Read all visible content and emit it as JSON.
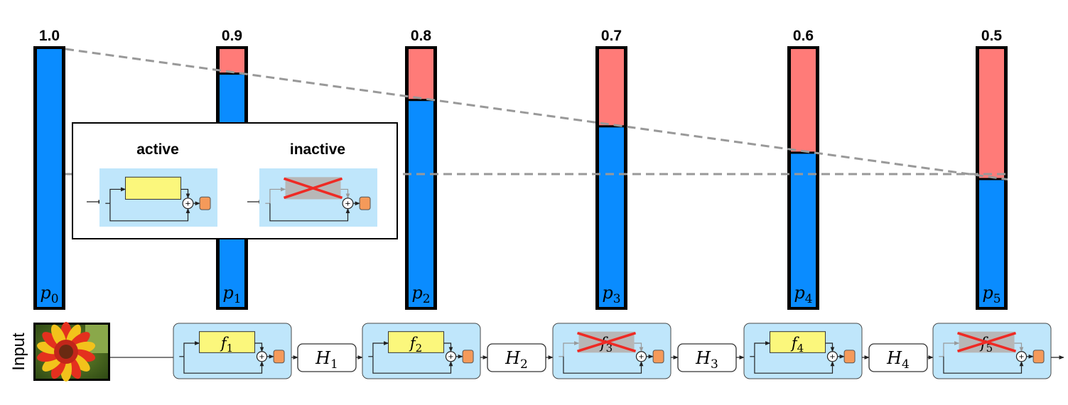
{
  "bars": [
    {
      "value_label": "1.0",
      "survival": 1.0,
      "symbol": "p",
      "index": "0"
    },
    {
      "value_label": "0.9",
      "survival": 0.9,
      "symbol": "p",
      "index": "1"
    },
    {
      "value_label": "0.8",
      "survival": 0.8,
      "symbol": "p",
      "index": "2"
    },
    {
      "value_label": "0.7",
      "survival": 0.7,
      "symbol": "p",
      "index": "3"
    },
    {
      "value_label": "0.6",
      "survival": 0.6,
      "symbol": "p",
      "index": "4"
    },
    {
      "value_label": "0.5",
      "survival": 0.5,
      "symbol": "p",
      "index": "5"
    }
  ],
  "legend": {
    "active_label": "active",
    "inactive_label": "inactive"
  },
  "input_label": "Input",
  "blocks": [
    {
      "symbol": "f",
      "index": "1",
      "active": true
    },
    {
      "symbol": "f",
      "index": "2",
      "active": true
    },
    {
      "symbol": "f",
      "index": "3",
      "active": false
    },
    {
      "symbol": "f",
      "index": "4",
      "active": true
    },
    {
      "symbol": "f",
      "index": "5",
      "active": false
    }
  ],
  "transitions": [
    {
      "symbol": "H",
      "index": "1"
    },
    {
      "symbol": "H",
      "index": "2"
    },
    {
      "symbol": "H",
      "index": "3"
    },
    {
      "symbol": "H",
      "index": "4"
    }
  ],
  "plus_symbol": "+",
  "colors": {
    "survive": "#0a8cff",
    "dropped": "#ff7b78",
    "block_bg": "#bfe6fb",
    "layer_fill": "#fbf77c",
    "layer_inactive": "#b7b7b7",
    "cross": "#ee2a24",
    "output_node": "#f59a5a",
    "dashed_line": "#999999"
  }
}
